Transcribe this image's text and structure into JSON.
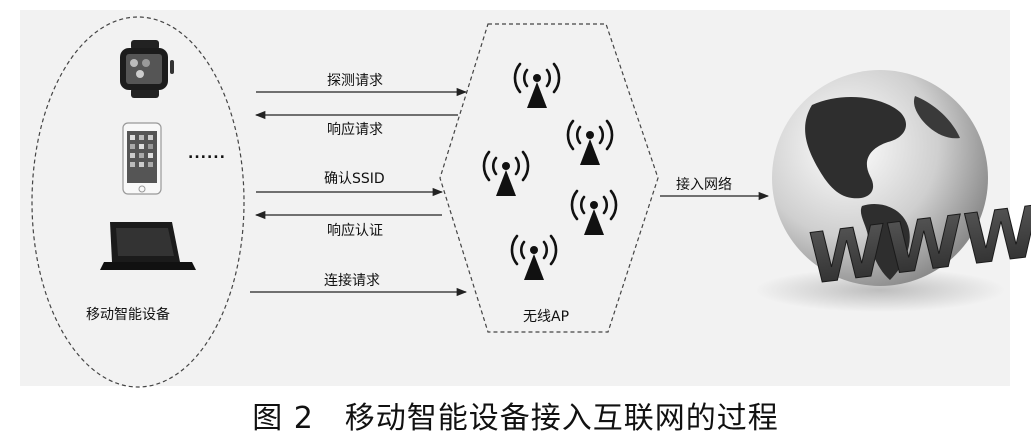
{
  "devices_label": "移动智能设备",
  "ellipsis": "......",
  "ap_label": "无线AP",
  "internet": {
    "text": "WWW"
  },
  "messages": {
    "probe_request": "探测请求",
    "probe_response": "响应请求",
    "confirm_ssid": "确认SSID",
    "auth_response": "响应认证",
    "connect_request": "连接请求",
    "access_network": "接入网络"
  },
  "caption": "图 2　移动智能设备接入互联网的过程",
  "colors": {
    "panel": "#f2f2f2",
    "line": "#222222",
    "dash": "#444444",
    "globe_ocean": "#d9d9d9",
    "globe_land": "#333333",
    "www": "#3a3a3a"
  }
}
